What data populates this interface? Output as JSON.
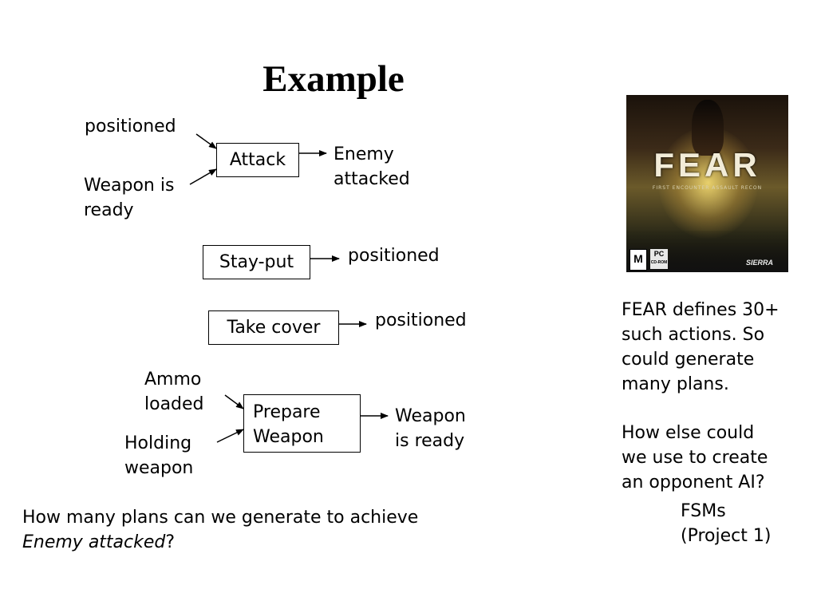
{
  "slide": {
    "title": "Example"
  },
  "diagram": {
    "attack": {
      "pre1": "positioned",
      "pre2_line1": "Weapon is",
      "pre2_line2": "ready",
      "action": "Attack",
      "effect_line1": "Enemy",
      "effect_line2": "attacked"
    },
    "stay_put": {
      "action": "Stay-put",
      "effect": "positioned"
    },
    "take_cover": {
      "action": "Take cover",
      "effect": "positioned"
    },
    "prepare": {
      "pre1_line1": "Ammo",
      "pre1_line2": "loaded",
      "pre2_line1": "Holding",
      "pre2_line2": "weapon",
      "action_line1": "Prepare",
      "action_line2": "Weapon",
      "effect_line1": "Weapon",
      "effect_line2": "is ready"
    }
  },
  "cover_art": {
    "logo": "FEAR",
    "subtitle": "FIRST ENCOUNTER ASSAULT RECON",
    "rating": "M",
    "platform_line1": "PC",
    "platform_line2": "CD-ROM",
    "publisher": "SIERRA"
  },
  "notes": {
    "p1_lines": [
      "FEAR defines 30+",
      "such actions. So",
      "could generate",
      "many plans."
    ],
    "p2_lines": [
      "How else could",
      "we use to create",
      "an opponent AI?"
    ],
    "answer_lines": [
      "FSMs",
      "(Project 1)"
    ]
  },
  "question": {
    "line1": "How many plans can we generate to achieve",
    "line2_italic": "Enemy attacked",
    "line2_end": "?"
  }
}
